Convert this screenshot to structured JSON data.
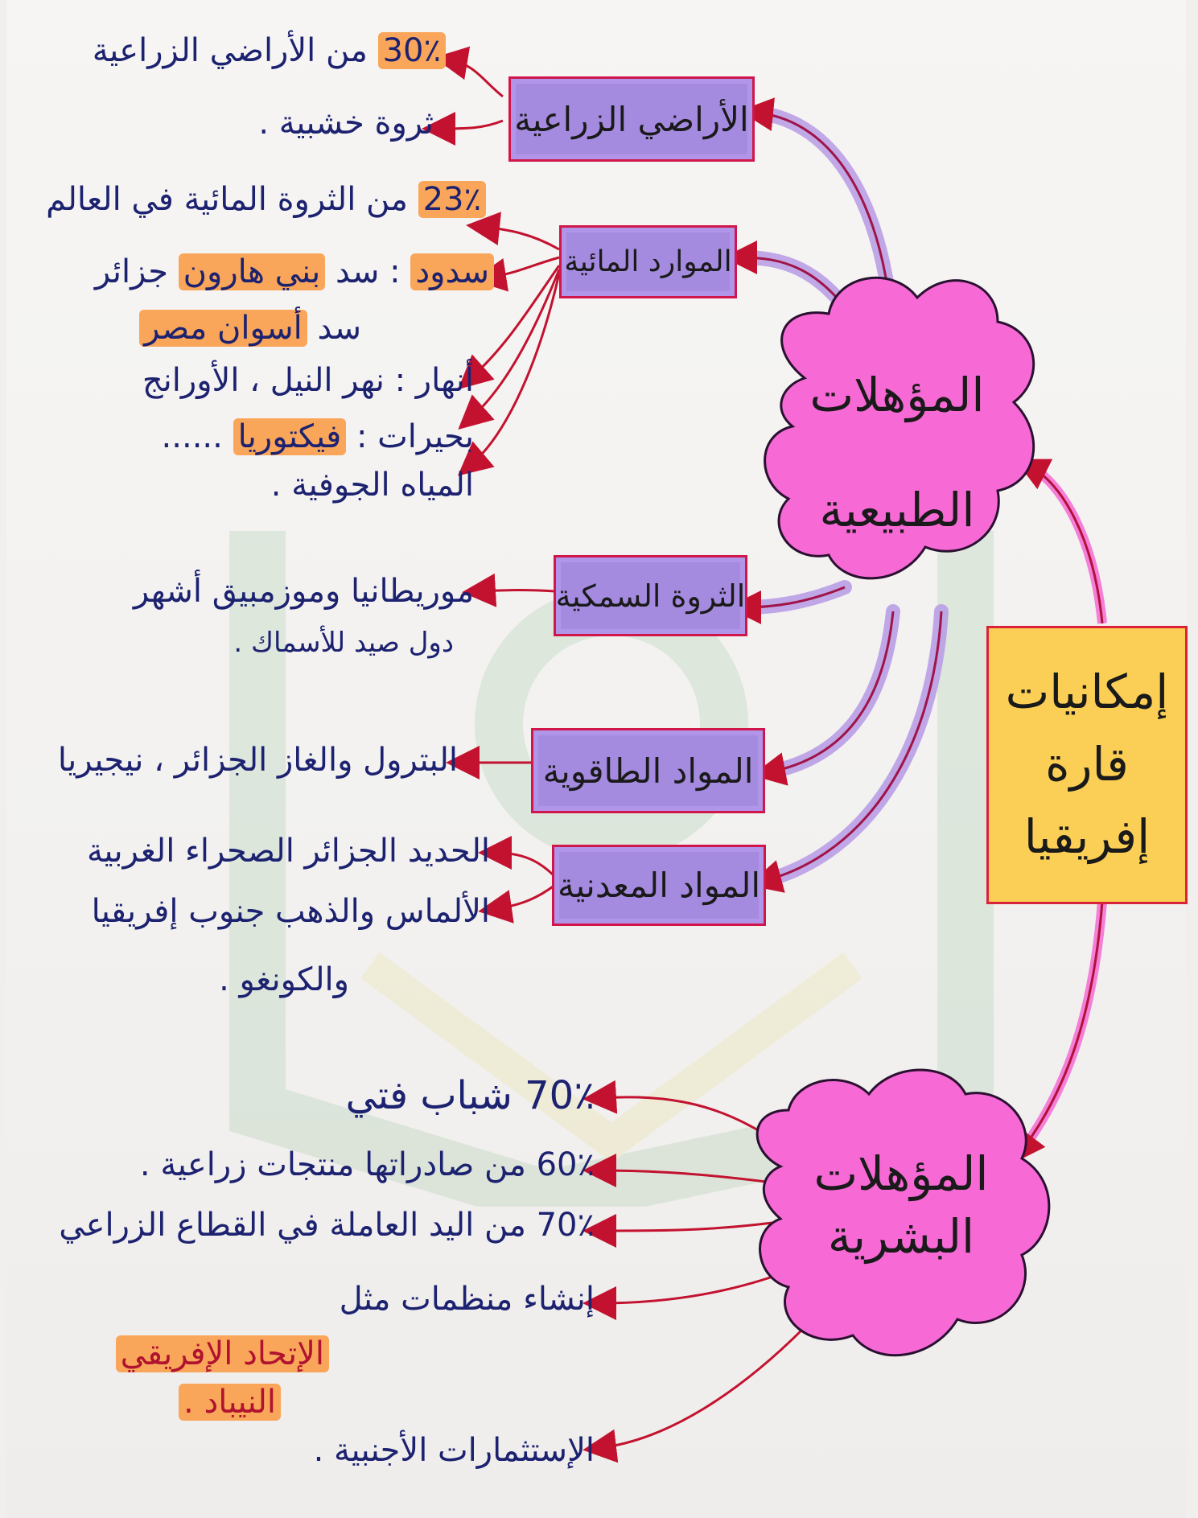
{
  "center": {
    "natural": [
      "المؤهلات",
      "الطبيعية"
    ],
    "human": [
      "المؤهلات",
      "البشرية"
    ],
    "main": [
      "إمكانيات",
      "قارة",
      "إفريقيا"
    ]
  },
  "resources": {
    "agri": {
      "label": "الأراضي الزراعية",
      "pct": "30٪",
      "pct_text": "من الأراضي الزراعية",
      "wood": "ثروة خشبية ."
    },
    "water": {
      "label": "الموارد المائية",
      "pct": "23٪",
      "pct_text": "من الثروة المائية في العالم",
      "dams": "سدود",
      "dam1_pre": ": سد",
      "dam1": "بني هارون",
      "dam1_post": "جزائر",
      "dam2_pre": "سد",
      "dam2": "أسوان مصر",
      "rivers": "أنهار : نهر النيل ، الأورانج",
      "lakes_pre": "بحيرات :",
      "lakes": "فيكتوريا",
      "lakes_post": "......",
      "ground": "المياه الجوفية ."
    },
    "fish": {
      "label": "الثروة السمكية",
      "line1": "موريطانيا وموزمبيق أشهر",
      "line2": "دول صيد للأسماك ."
    },
    "energy": {
      "label": "المواد الطاقوية",
      "line1": "البترول والغاز الجزائر ، نيجيريا"
    },
    "mineral": {
      "label": "المواد المعدنية",
      "line1": "الحديد الجزائر الصحراء الغربية",
      "line2": "الألماس والذهب جنوب إفريقيا",
      "line3": "والكونغو ."
    }
  },
  "human": {
    "youth": "70٪ شباب فتي",
    "exports": "60٪ من صادراتها منتجات زراعية .",
    "labor": "70٪ من اليد العاملة في القطاع الزراعي",
    "orgs_pre": "إنشاء منظمات مثل",
    "orgs1": "الإتحاد الإفريقي",
    "orgs2": "النيباد .",
    "invest": "الإستثمارات الأجنبية ."
  },
  "colors": {
    "ink": "#1c2270",
    "purple": "#a58be0",
    "pink": "#f76ad6",
    "orange": "#f9a65a",
    "yellow": "#fbcf55",
    "red": "#c3122f"
  }
}
